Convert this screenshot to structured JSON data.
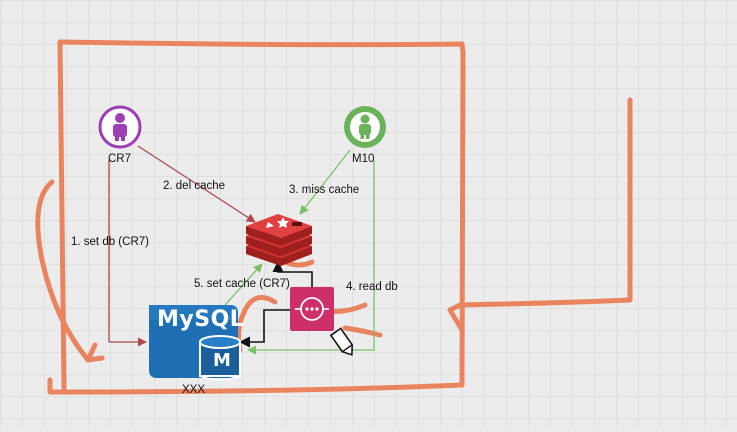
{
  "actors": {
    "left_label": "CR7",
    "right_label": "M10",
    "left_color": "#9b3fb2",
    "right_color": "#4e9a3a"
  },
  "edges": {
    "set_db": "1. set db (CR7)",
    "del_cache": "2. del cache",
    "miss_cache": "3. miss cache",
    "read_db": "4. read db",
    "set_cache": "5. set cache (CR7)"
  },
  "database": {
    "brand": "MySQL",
    "badge": "M",
    "caption": "XXX",
    "color": "#1f6fb4"
  },
  "colors": {
    "annotation": "#e8794f",
    "arrow_red": "#a84b4b",
    "arrow_green": "#7cbf6c",
    "cache_red": "#cf2a2a",
    "worker_pink": "#cc2f6a"
  },
  "icons": {
    "cache": "redis-cube-icon",
    "worker": "queue-worker-icon",
    "user": "person-icon",
    "cursor": "pen-cursor-icon"
  }
}
